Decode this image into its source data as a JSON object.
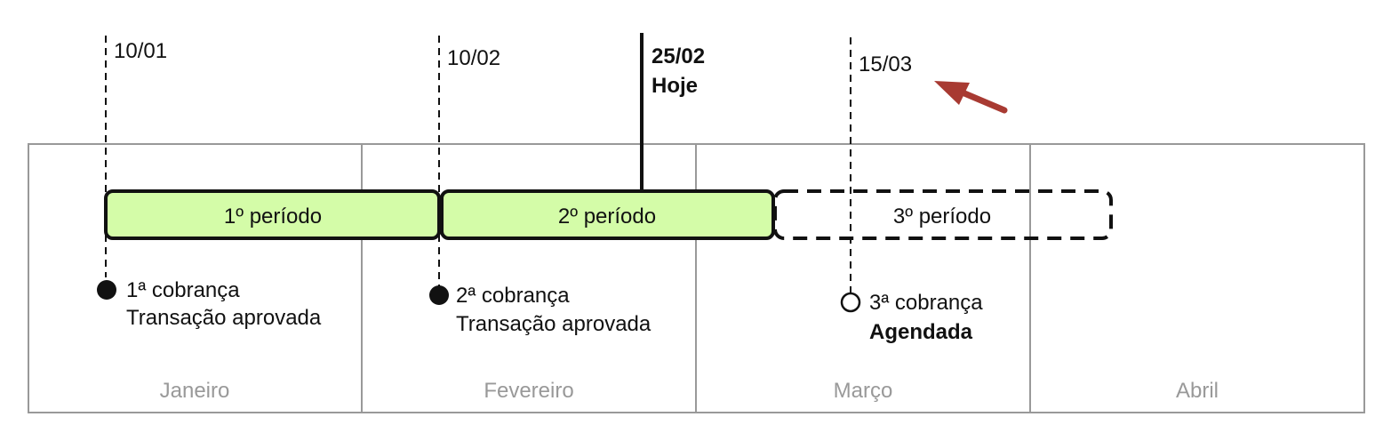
{
  "months": [
    "Janeiro",
    "Fevereiro",
    "Março",
    "Abril"
  ],
  "dates": [
    {
      "label": "10/01"
    },
    {
      "label": "10/02"
    },
    {
      "label": "15/03"
    }
  ],
  "today": {
    "date": "25/02",
    "label": "Hoje"
  },
  "periods": [
    "1º período",
    "2º período",
    "3º período"
  ],
  "charges": [
    {
      "title": "1ª cobrança",
      "status": "Transação aprovada",
      "state": "done"
    },
    {
      "title": "2ª cobrança",
      "status": "Transação aprovada",
      "state": "done"
    },
    {
      "title": "3ª cobrança",
      "status": "Agendada",
      "state": "scheduled"
    }
  ],
  "colors": {
    "period_fill": "#d4fca8",
    "grid": "#999999",
    "arrow": "#a83a32"
  }
}
